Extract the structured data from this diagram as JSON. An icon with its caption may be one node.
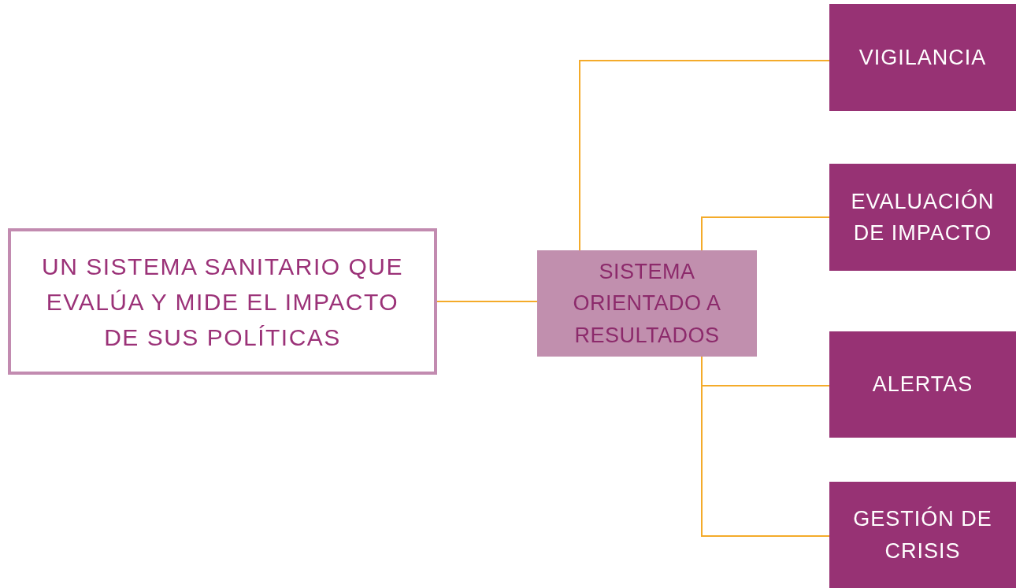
{
  "diagram": {
    "nodes": [
      {
        "text": [
          "UN SISTEMA SANITARIO QUE EVALÚA Y MIDE EL IMPACTO DE SUS POLÍTICAS"
        ]
      },
      {
        "text": [
          "SISTEMA ORIENTADO A RESULTADOS"
        ]
      },
      {
        "text": [
          "VIGILANCIA"
        ]
      },
      {
        "text": [
          "EVALUACIÓN DE IMPACTO"
        ]
      },
      {
        "text": [
          "ALERTAS"
        ]
      },
      {
        "text": [
          "GESTIÓN DE CRISIS"
        ]
      }
    ],
    "edges": [
      {
        "from": 0,
        "to": 1,
        "arrow": "none"
      },
      {
        "from": 1,
        "to": 2,
        "arrow": "none"
      },
      {
        "from": 1,
        "to": 3,
        "arrow": "none"
      },
      {
        "from": 1,
        "to": 4,
        "arrow": "none"
      },
      {
        "from": 1,
        "to": 5,
        "arrow": "none"
      }
    ]
  }
}
